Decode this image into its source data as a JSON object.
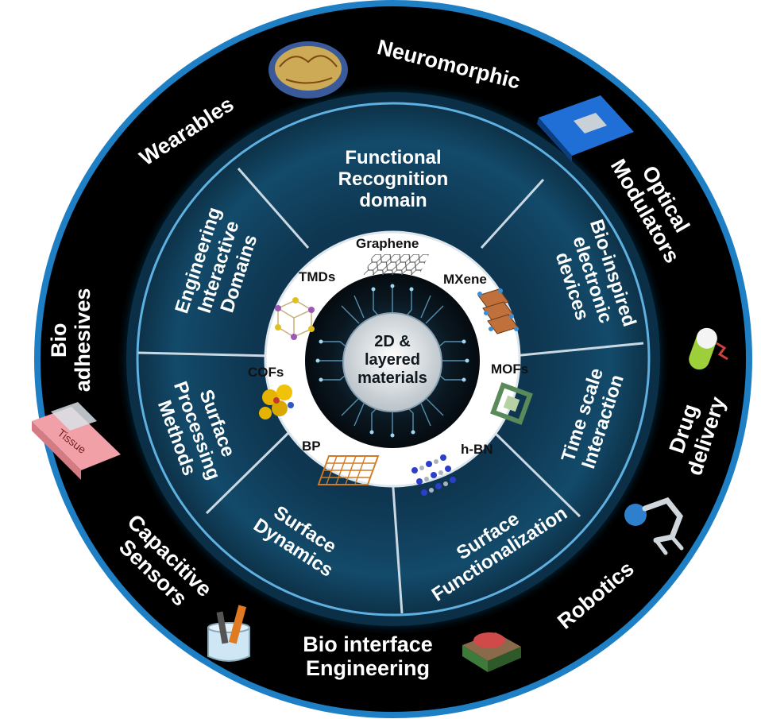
{
  "center": {
    "lines": [
      "2D &",
      "layered",
      "materials"
    ]
  },
  "materials": [
    {
      "id": "graphene",
      "label": "Graphene"
    },
    {
      "id": "mxene",
      "label": "MXene"
    },
    {
      "id": "mofs",
      "label": "MOFs"
    },
    {
      "id": "hbn",
      "label": "h-BN"
    },
    {
      "id": "bp",
      "label": "BP"
    },
    {
      "id": "cofs",
      "label": "COFs"
    },
    {
      "id": "tmds",
      "label": "TMDs"
    }
  ],
  "middle_ring": [
    {
      "id": "functional-recognition",
      "lines": [
        "Functional",
        "Recognition",
        "domain"
      ]
    },
    {
      "id": "bio-inspired-devices",
      "lines": [
        "Bio-inspired",
        "electronic",
        "devices"
      ]
    },
    {
      "id": "time-scale",
      "lines": [
        "Time scale",
        "Interaction"
      ]
    },
    {
      "id": "surface-functionalization",
      "lines": [
        "Surface",
        "Functionalization"
      ]
    },
    {
      "id": "surface-dynamics",
      "lines": [
        "Surface",
        "Dynamics"
      ]
    },
    {
      "id": "surface-processing",
      "lines": [
        "Surface",
        "Processing",
        "Methods"
      ]
    },
    {
      "id": "engineering-domains",
      "lines": [
        "Engineering",
        "Interactive",
        "Domains"
      ]
    }
  ],
  "outer_ring": [
    {
      "id": "neuromorphic",
      "lines": [
        "Neuromorphic"
      ],
      "icon": "brain-icon"
    },
    {
      "id": "optical-modulators",
      "lines": [
        "Optical",
        "Modulators"
      ],
      "icon": "chip-icon"
    },
    {
      "id": "drug-delivery",
      "lines": [
        "Drug",
        "delivery"
      ],
      "icon": "capsule-icon"
    },
    {
      "id": "robotics",
      "lines": [
        "Robotics"
      ],
      "icon": "robot-hand-icon"
    },
    {
      "id": "bio-interface",
      "lines": [
        "Bio interface",
        "Engineering"
      ],
      "icon": "circuit-board-icon"
    },
    {
      "id": "capacitive-sensors",
      "lines": [
        "Capacitive",
        "Sensors"
      ],
      "icon": "beaker-sensor-icon"
    },
    {
      "id": "bio-adhesives",
      "lines": [
        "Bio",
        "adhesives"
      ],
      "icon": "tissue-patch-icon"
    },
    {
      "id": "wearables",
      "lines": [
        "Wearables"
      ],
      "icon": "wrist-wearable-icon"
    }
  ],
  "tissue_label": "Tissue",
  "colors": {
    "outer_ring": "#000000",
    "middle_ring": "#0f3b58",
    "inner_ring": "#ffffff",
    "core": "#0b1a24",
    "glow": "#4fc3f7"
  }
}
